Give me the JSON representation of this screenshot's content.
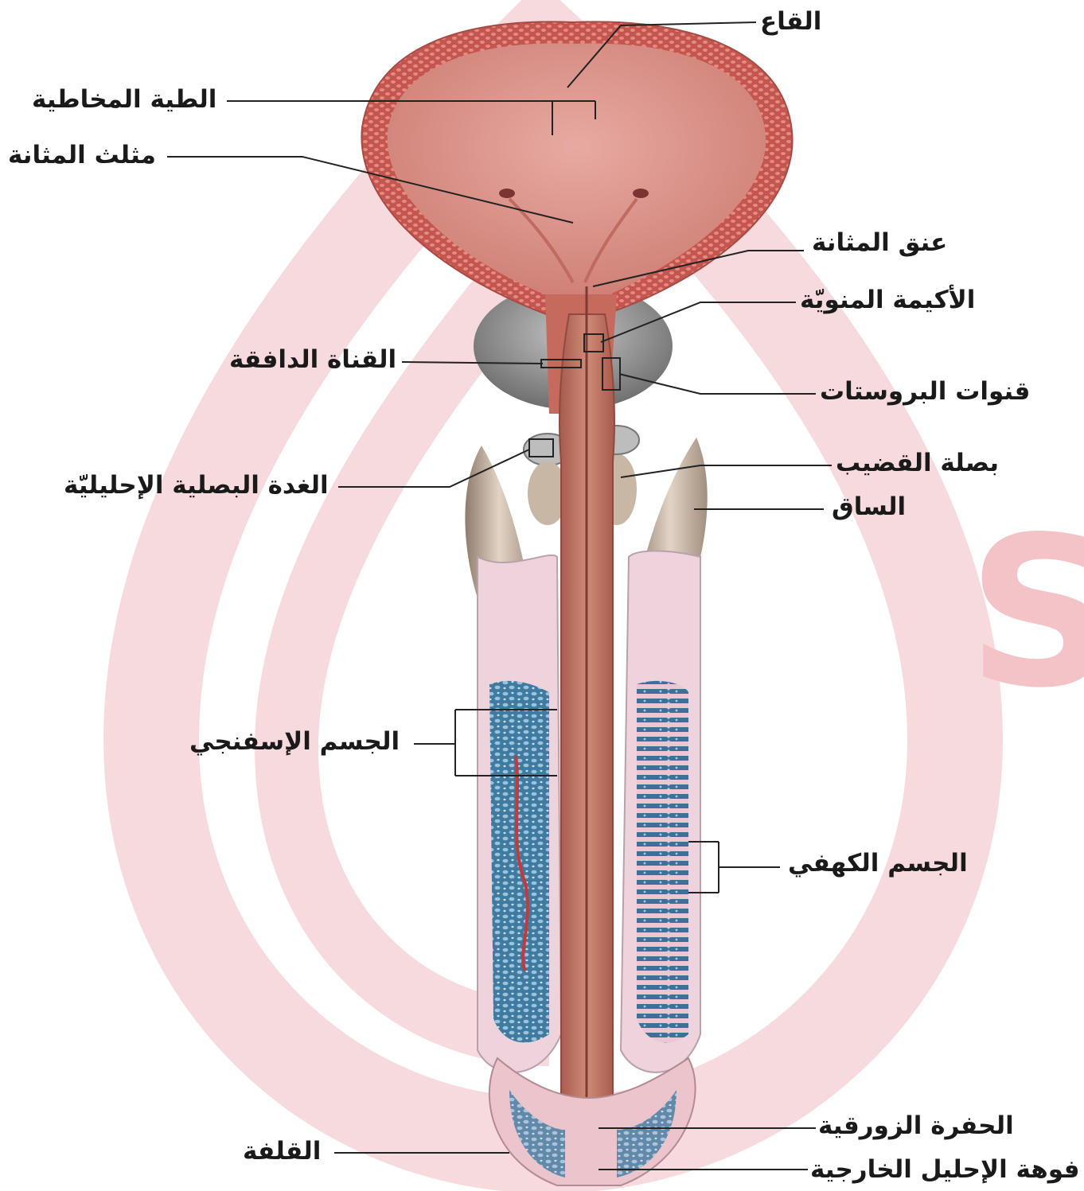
{
  "labels": {
    "fundus": "القاع",
    "mucosal_folds": "الطية المخاطية",
    "trigone": "مثلث المثانة",
    "bladder_neck": "عنق المثانة",
    "seminal_colliculus": "الأكيمة المنويّة",
    "ejaculatory_duct": "القناة الدافقة",
    "prostatic_ducts": "قنوات البروستات",
    "bulb_of_penis": "بصلة القضيب",
    "bulbourethral_gland": "الغدة البصلية الإحليليّة",
    "crus": "الساق",
    "corpus_spongiosum": "الجسم الإسفنجي",
    "corpus_cavernosum": "الجسم الكهفي",
    "navicular_fossa": "الحفرة الزورقية",
    "prepuce": "القلفة",
    "external_urethral_orifice": "فوهة الإحليل الخارجية"
  },
  "colors": {
    "bladder_wall": "#c85a5a",
    "bladder_lumen": "#d99088",
    "prostate": "#9a9a9a",
    "urethra": "#b8705e",
    "corpus_pink": "#efd3dc",
    "spongy_blue": "#3f7aa0",
    "crus_tan": "#c9b7a6",
    "watermark": "#f6d6d9"
  }
}
